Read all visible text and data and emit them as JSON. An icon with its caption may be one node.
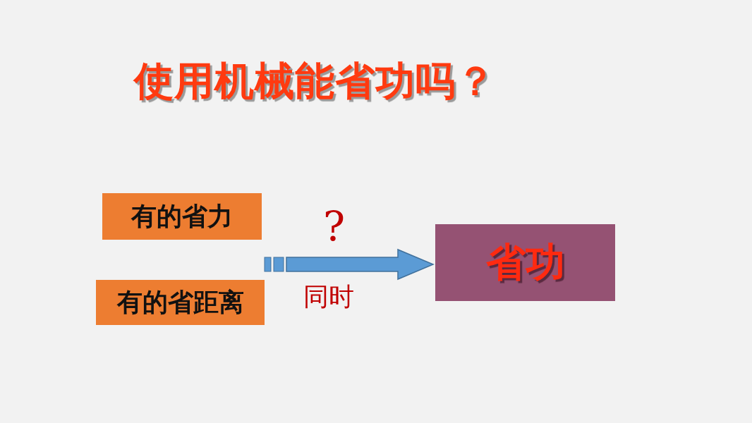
{
  "diagram": {
    "title": "使用机械能省功吗？",
    "nodes": [
      {
        "text": [
          "有的省力"
        ]
      },
      {
        "text": [
          "有的省距离"
        ]
      },
      {
        "text": [
          "省功"
        ]
      }
    ],
    "edges": [
      {
        "from": null,
        "to": 2,
        "arrow": "to",
        "label": "同时"
      }
    ],
    "labels": [
      "?"
    ]
  }
}
